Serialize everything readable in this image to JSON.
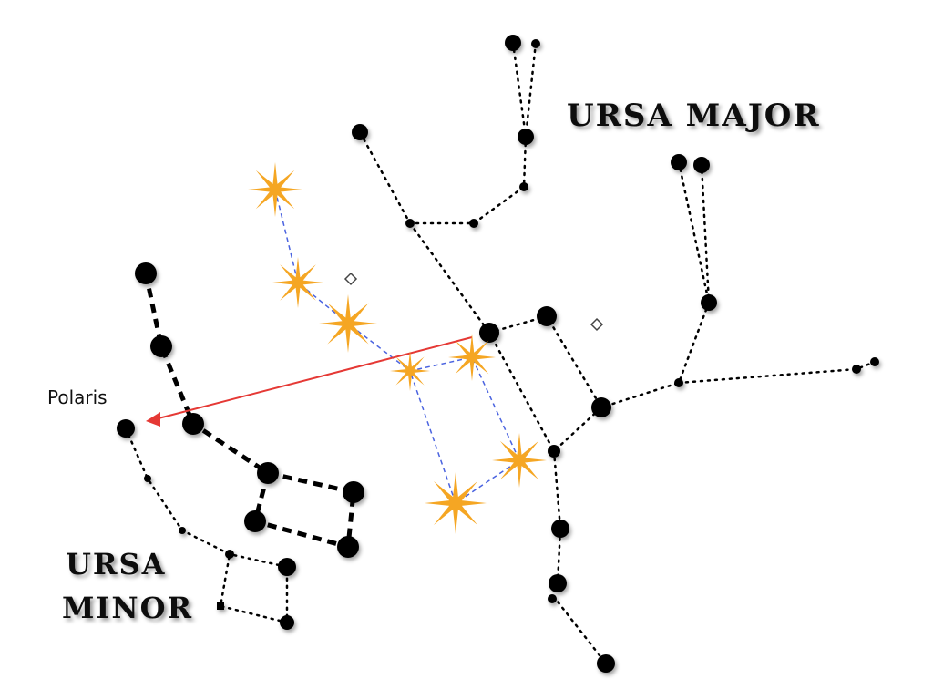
{
  "labels": {
    "ursa_major": "URSA MAJOR",
    "ursa_minor_line1": "URSA",
    "ursa_minor_line2": "MINOR",
    "polaris": "Polaris"
  },
  "colors": {
    "background": "#ffffff",
    "star": "#000000",
    "highlight_star": "#f5a623",
    "highlight_line": "#4a63e0",
    "pointer_arrow": "#e53935"
  },
  "icons": {
    "constellation_star": "filled-circle",
    "highlighted_star": "eight-point-starburst",
    "faint_object": "diamond-marker",
    "pointer": "arrow"
  }
}
